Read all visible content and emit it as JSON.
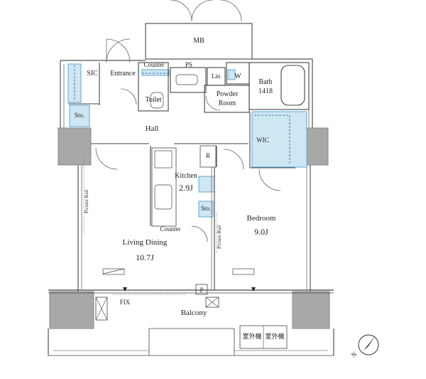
{
  "rooms": {
    "mb": "MB",
    "sic": "SIC",
    "entrance": "Entrance",
    "counter_top": "Counter",
    "ps": "PS",
    "lin": "Lin",
    "w": "W",
    "bath": "Bath",
    "bath_size": "1418",
    "toilet": "Toilet",
    "powder_room_1": "Powder",
    "powder_room_2": "Room",
    "sto_entrance": "Sto.",
    "hall": "Hall",
    "wic": "WIC",
    "r": "R",
    "kitchen": "Kitchen",
    "kitchen_size": "2.9J",
    "sto_kitchen": "Sto.",
    "counter_bottom": "Counter",
    "bedroom": "Bedroom",
    "bedroom_size": "9.0J",
    "living_dining": "Living Dining",
    "living_dining_size": "10.7J",
    "picture_rail_left": "Picture Rail",
    "picture_rail_right": "Picture Rail",
    "fix": "FIX",
    "p": "P",
    "balcony": "Balcony",
    "unit_a": "室外機",
    "unit_b": "室外機"
  },
  "compass": {
    "label": "N"
  },
  "colors": {
    "wall": "#a8a8a8",
    "wall_edge": "#888888",
    "storage_fill": "#cfe6f3",
    "storage_edge": "#5aa9d6",
    "line": "#444444"
  }
}
